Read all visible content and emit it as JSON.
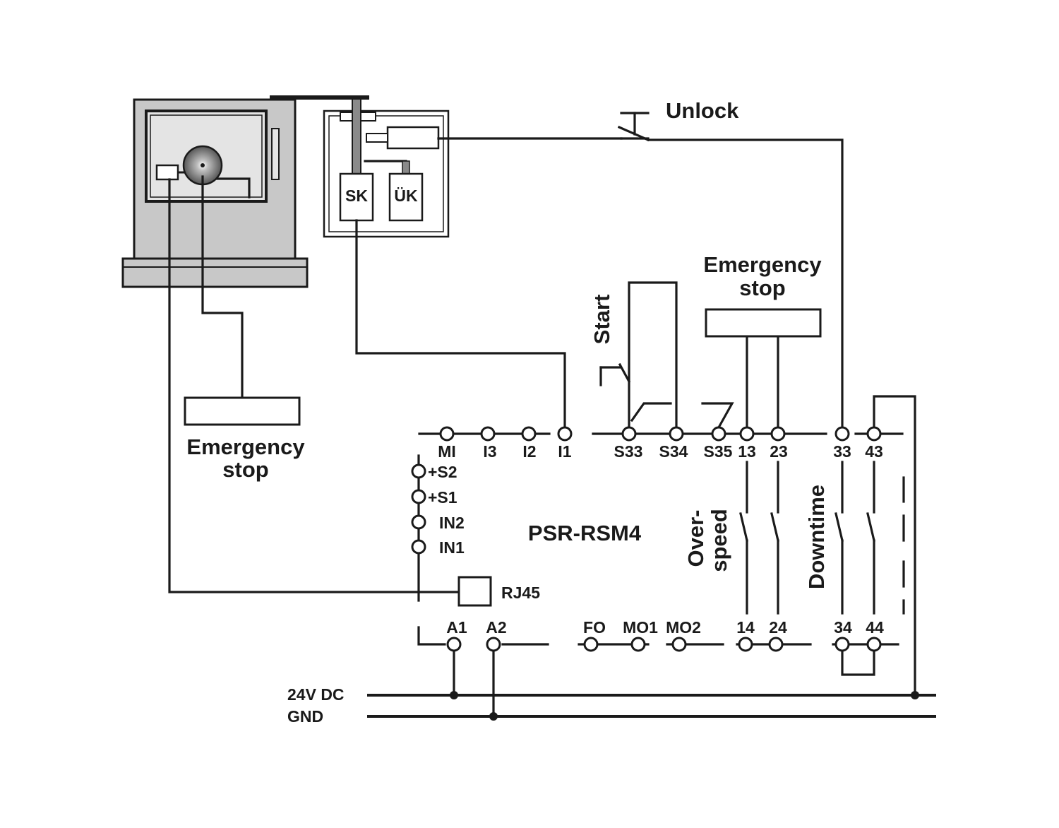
{
  "module_name": "PSR-RSM4",
  "labels": {
    "unlock": "Unlock",
    "start": "Start",
    "emergency_stop_top_line1": "Emergency",
    "emergency_stop_top_line2": "stop",
    "emergency_stop_left_line1": "Emergency",
    "emergency_stop_left_line2": "stop",
    "overspeed_line1": "Over-",
    "overspeed_line2": "speed",
    "downtime": "Downtime",
    "rj45": "RJ45",
    "supply_24v": "24V DC",
    "supply_gnd": "GND",
    "switch_sk": "SK",
    "switch_uk": "ÜK"
  },
  "terminals": {
    "top_row": [
      "MI",
      "I3",
      "I2",
      "I1",
      "S33",
      "S34",
      "S35",
      "13",
      "23",
      "33",
      "43"
    ],
    "left_column": [
      "+S2",
      "+S1",
      "IN2",
      "IN1"
    ],
    "bottom_row": [
      "A1",
      "A2",
      "FO",
      "MO1",
      "MO2",
      "14",
      "24",
      "34",
      "44"
    ]
  },
  "colors": {
    "line": "#1a1a1a",
    "machine_fill": "#c8c8c8",
    "window_fill": "#e4e4e4",
    "background": "#ffffff"
  }
}
